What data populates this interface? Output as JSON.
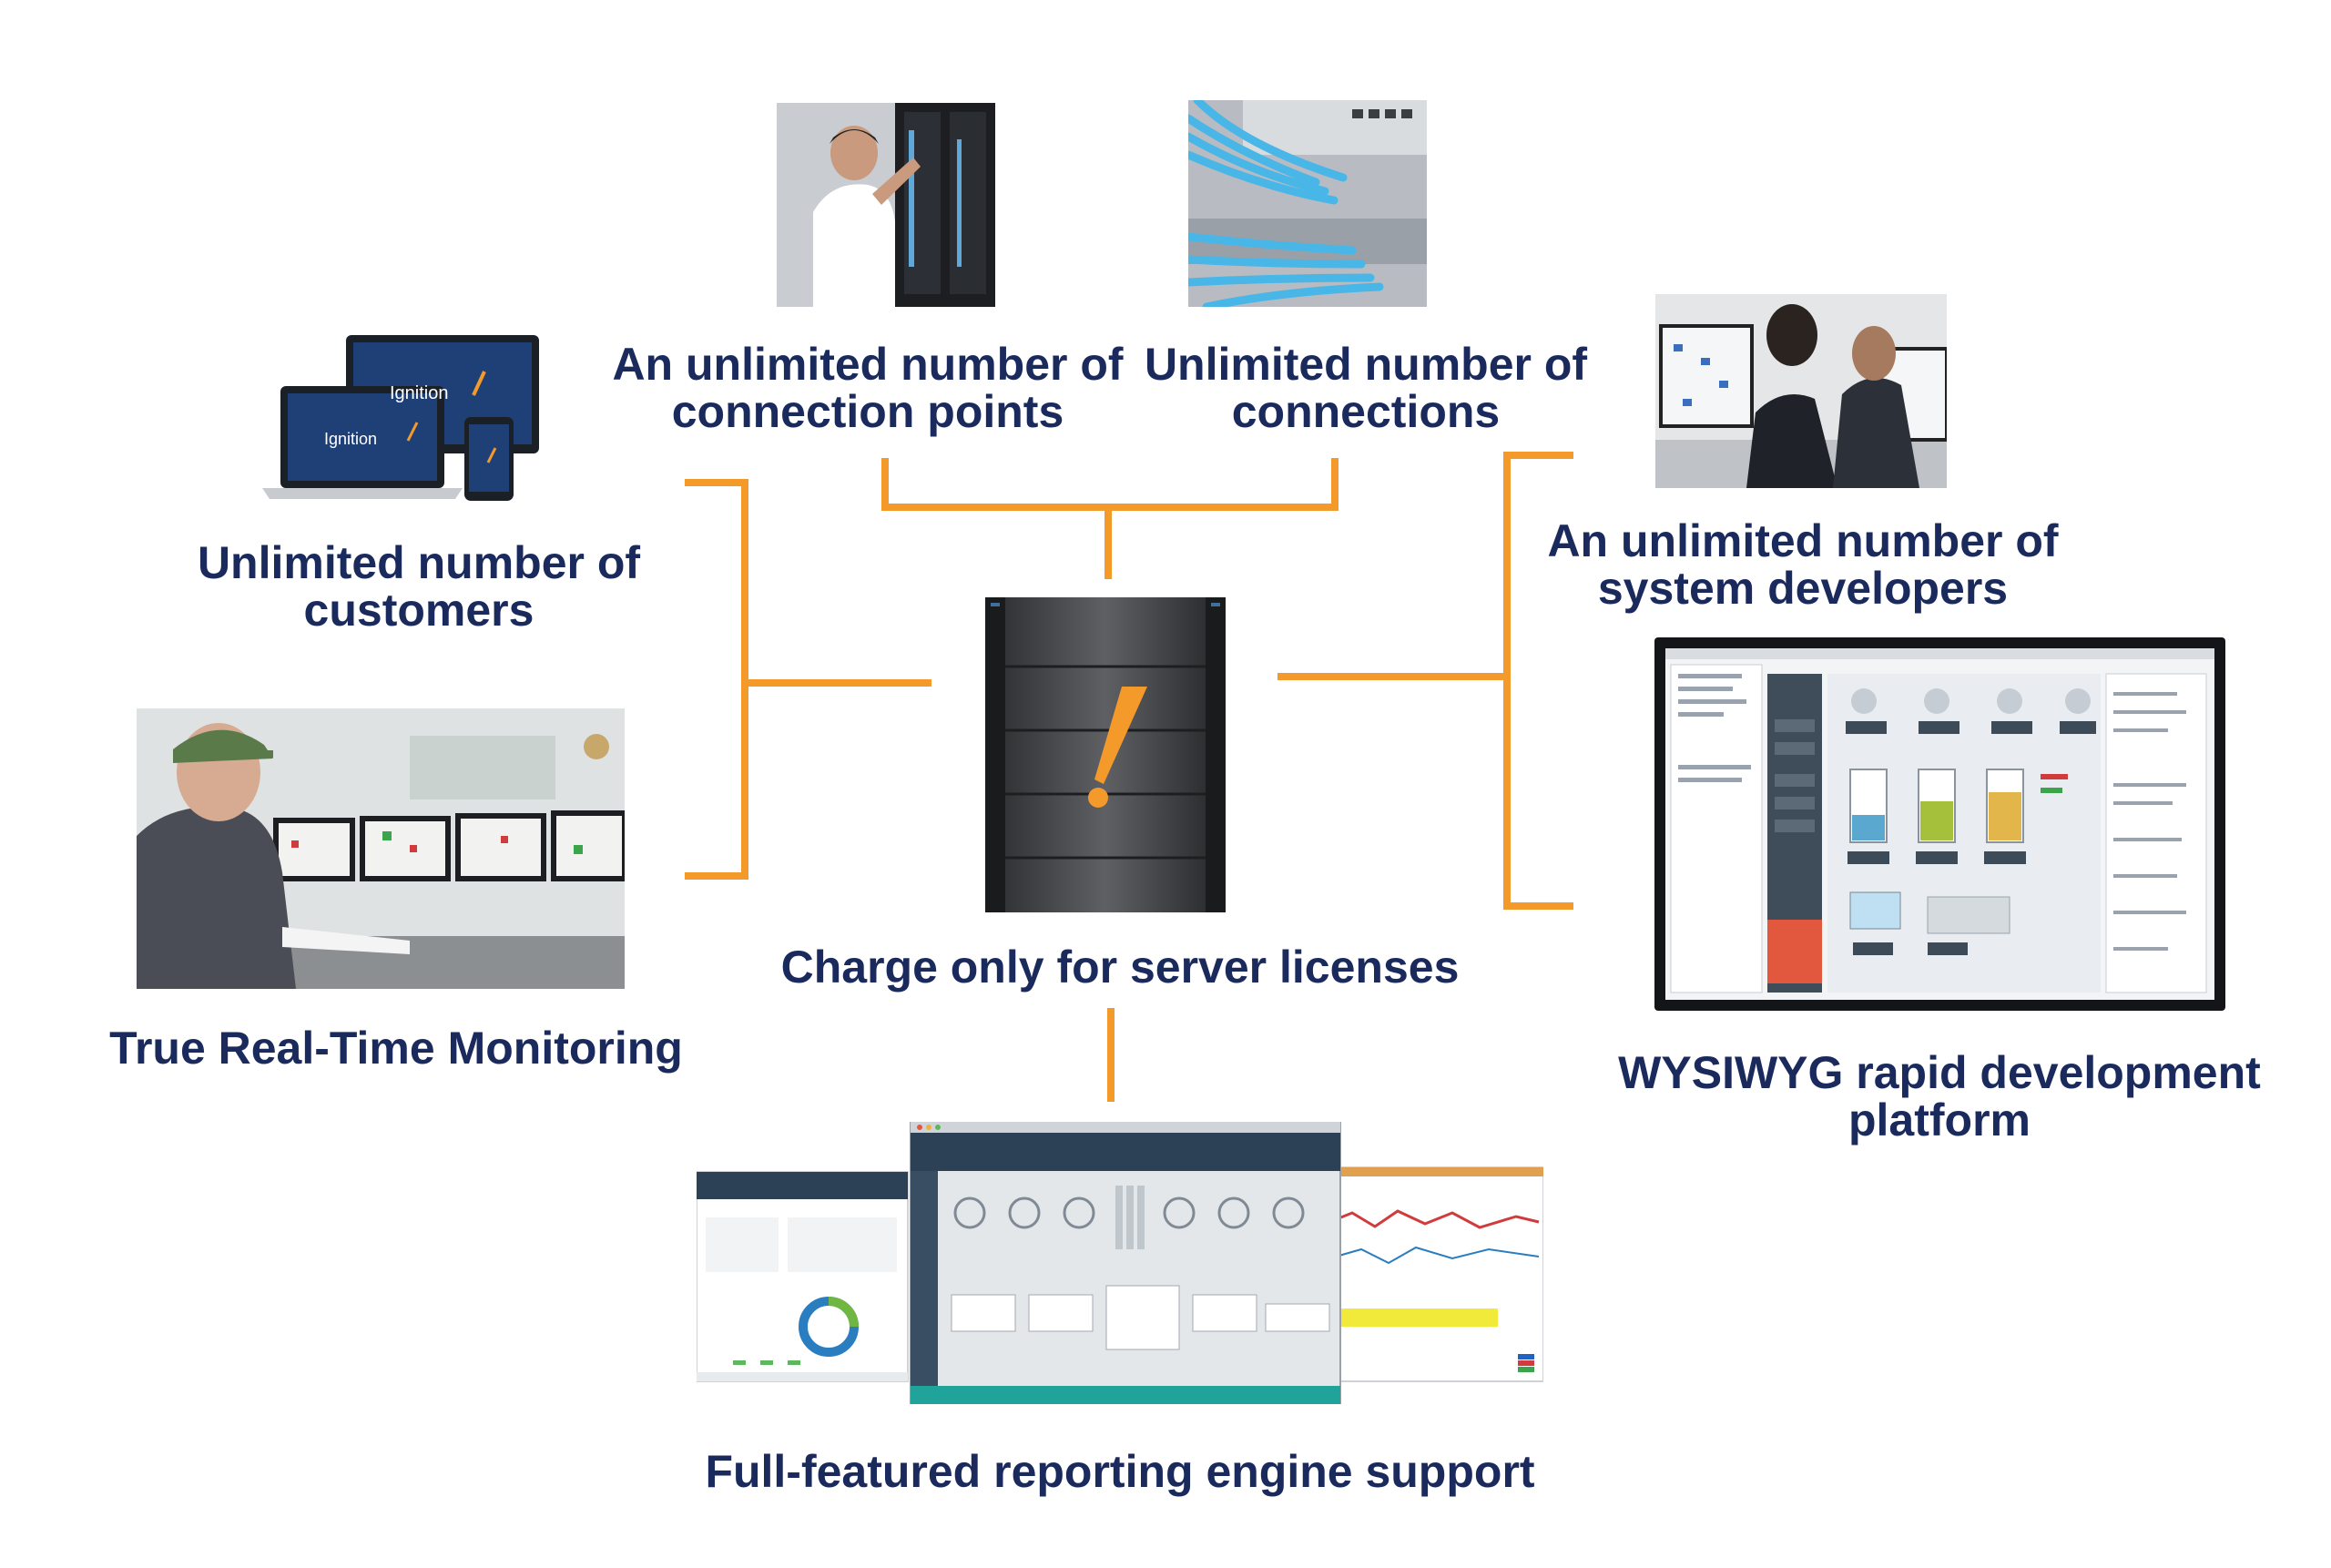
{
  "center": {
    "label": "Charge only for server licenses"
  },
  "nodes": {
    "connection_points": {
      "line1": "An unlimited number of",
      "line2": "connection points"
    },
    "connections": {
      "line1": "Unlimited number of",
      "line2": "connections"
    },
    "customers": {
      "line1": "Unlimited number of",
      "line2": "customers"
    },
    "monitoring": {
      "line1": "True Real-Time Monitoring"
    },
    "developers": {
      "line1": "An unlimited number of",
      "line2": "system developers"
    },
    "wysiwyg": {
      "line1": "WYSIWYG rapid development",
      "line2": "platform"
    },
    "reporting": {
      "line1": "Full-featured reporting engine support"
    }
  },
  "colors": {
    "connector": "#f39a2b",
    "text": "#1a2a5c"
  },
  "icons": [
    "devices-icon",
    "server-rack-icon",
    "technician-photo",
    "network-cables-photo",
    "developers-photo",
    "control-room-photo",
    "designer-monitor-icon",
    "reports-screens-icon"
  ]
}
